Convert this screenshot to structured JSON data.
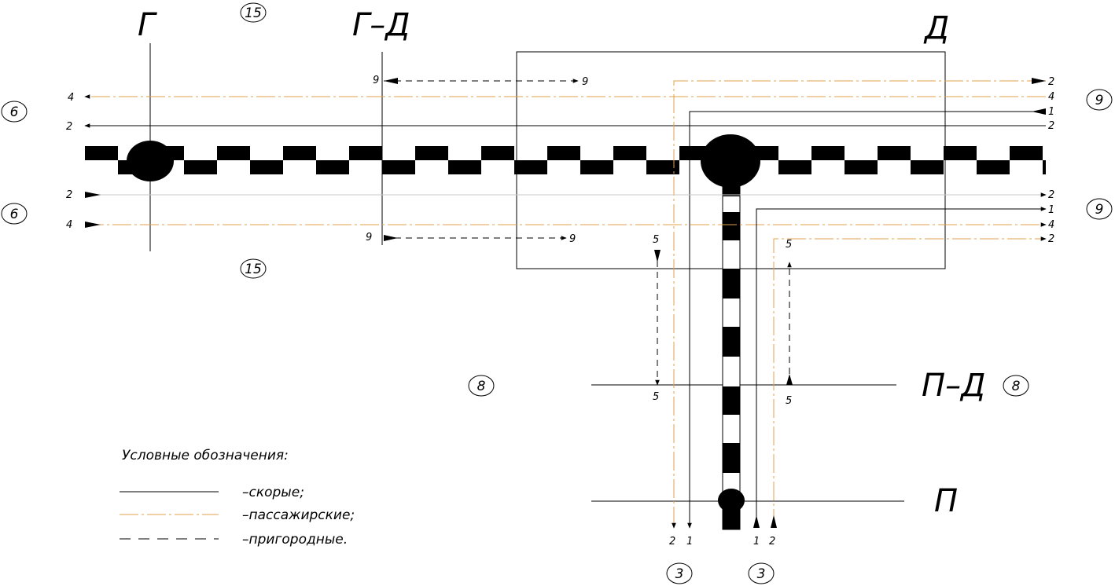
{
  "stations": {
    "g": "Г",
    "g_d": "Г–Д",
    "d": "Д",
    "p_d": "П–Д",
    "p": "П"
  },
  "directions": {
    "fifteen": "15",
    "six": "6",
    "nine": "9",
    "eight": "8",
    "three": "3"
  },
  "flows": {
    "one": "1",
    "two": "2",
    "four": "4",
    "five": "5",
    "nine": "9"
  },
  "legend": {
    "title": "Условные обозначения:",
    "items": [
      {
        "label": "–скорые;",
        "color": "#000000",
        "style": "solid"
      },
      {
        "label": "–пассажирские;",
        "color": "#e0a04a",
        "style": "dash-dot"
      },
      {
        "label": "–пригородные.",
        "color": "#000000",
        "style": "dashed"
      }
    ]
  },
  "colors": {
    "ink": "#000000",
    "passenger": "#e0a04a",
    "faint": "#c8c8c8"
  }
}
